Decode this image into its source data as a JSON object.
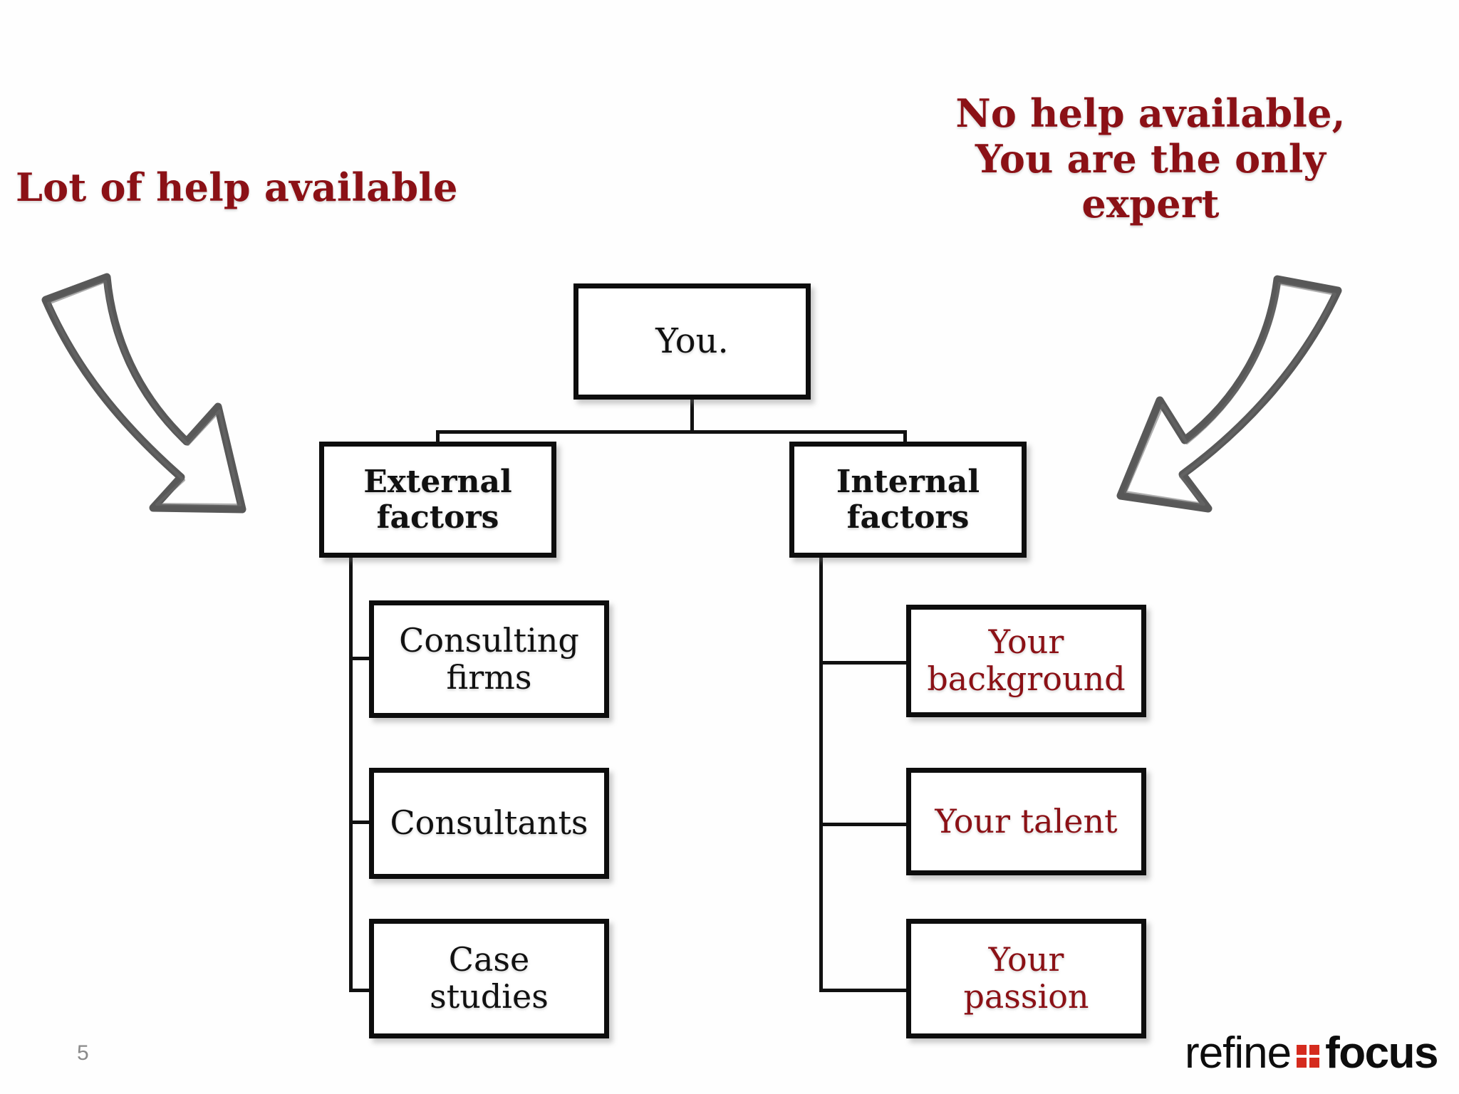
{
  "slide": {
    "page_number": "5",
    "accent_red": "#8B1116",
    "logo_red": "#D52B1E",
    "ink_black": "#111111"
  },
  "headlines": {
    "left": "Lot of help available",
    "right": "No help available,\nYou are the only\nexpert"
  },
  "tree": {
    "root": {
      "label": "You."
    },
    "branches": [
      {
        "label": "External\nfactors",
        "children": [
          {
            "label": "Consulting\nfirms"
          },
          {
            "label": "Consultants"
          },
          {
            "label": "Case\nstudies"
          }
        ]
      },
      {
        "label": "Internal\nfactors",
        "children": [
          {
            "label": "Your\nbackground"
          },
          {
            "label": "Your talent"
          },
          {
            "label": "Your\npassion"
          }
        ]
      }
    ]
  },
  "arrows": {
    "left": "curved-arrow-down-right",
    "right": "curved-arrow-down-left"
  },
  "logo": {
    "word_one": "refine",
    "word_two": "focus",
    "mark": "four-squares-icon"
  }
}
